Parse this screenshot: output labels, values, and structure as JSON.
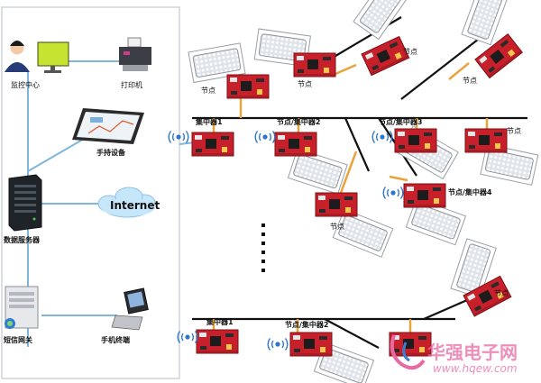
{
  "left_panel": {
    "monitor_center": "监控中心",
    "printer": "打印机",
    "tablet": "手持设备",
    "internet": "Internet",
    "data_server": "数据服务器",
    "sms_gateway": "短信网关",
    "mobile_terminal": "手机终端"
  },
  "network": {
    "concentrator_1": "集中器1",
    "node_conc_2": "节点/集中器2",
    "node_conc_3": "节点/集中器3",
    "node_conc_4": "节点/集中器4",
    "node": "节点",
    "row2_concentrator_1": "集中器1",
    "row2_node_conc_2": "节点/集中器2"
  },
  "watermark": {
    "brand": "华强电子网",
    "url": "www.hqew.com"
  },
  "colors": {
    "panel_border": "#cfd4d8",
    "link_blue": "#7fb7dc",
    "bus_black": "#111111",
    "feeder_orange": "#e8a33a",
    "pcb_red": "#c8202a",
    "watermark_pink": "#e86aa3"
  }
}
